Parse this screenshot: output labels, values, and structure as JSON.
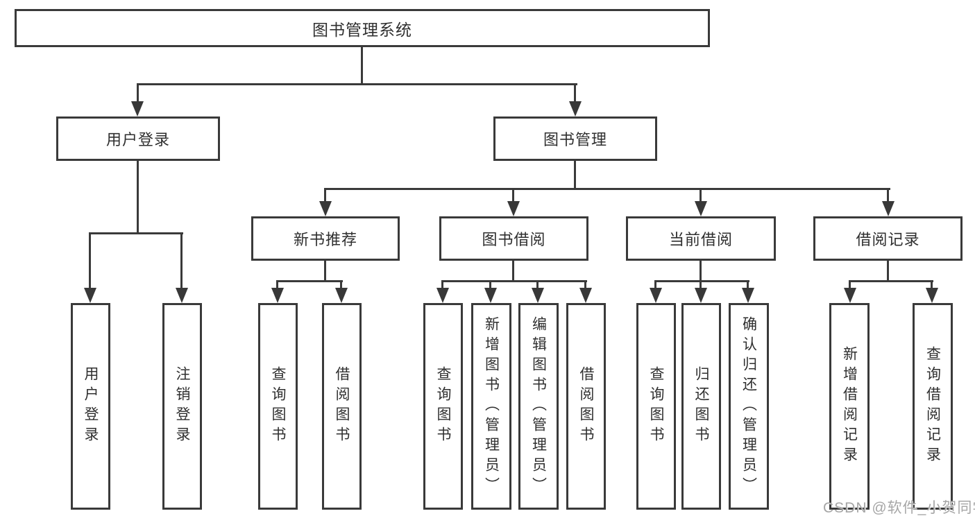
{
  "diagram": {
    "title_node": {
      "label": "图书管理系统"
    },
    "level2": [
      {
        "label": "用户登录"
      },
      {
        "label": "图书管理"
      }
    ],
    "level3": [
      {
        "label": "新书推荐"
      },
      {
        "label": "图书借阅"
      },
      {
        "label": "当前借阅"
      },
      {
        "label": "借阅记录"
      }
    ],
    "leaves": {
      "user_login": [
        "用户登录",
        "注销登录"
      ],
      "new_books": [
        "查询图书",
        "借阅图书"
      ],
      "book_borrow": [
        "查询图书",
        "新增图书（管理员）",
        "编辑图书（管理员）",
        "借阅图书"
      ],
      "current_borrow": [
        "查询图书",
        "归还图书",
        "确认归还（管理员）"
      ],
      "borrow_records": [
        "新增借阅记录",
        "查询借阅记录"
      ]
    }
  },
  "watermark": "CSDN @软件_小贺同学",
  "colors": {
    "line": "#3a3a3a",
    "text": "#2f2f2f",
    "watermark_text": "#a6a6a6",
    "background": "#ffffff"
  }
}
